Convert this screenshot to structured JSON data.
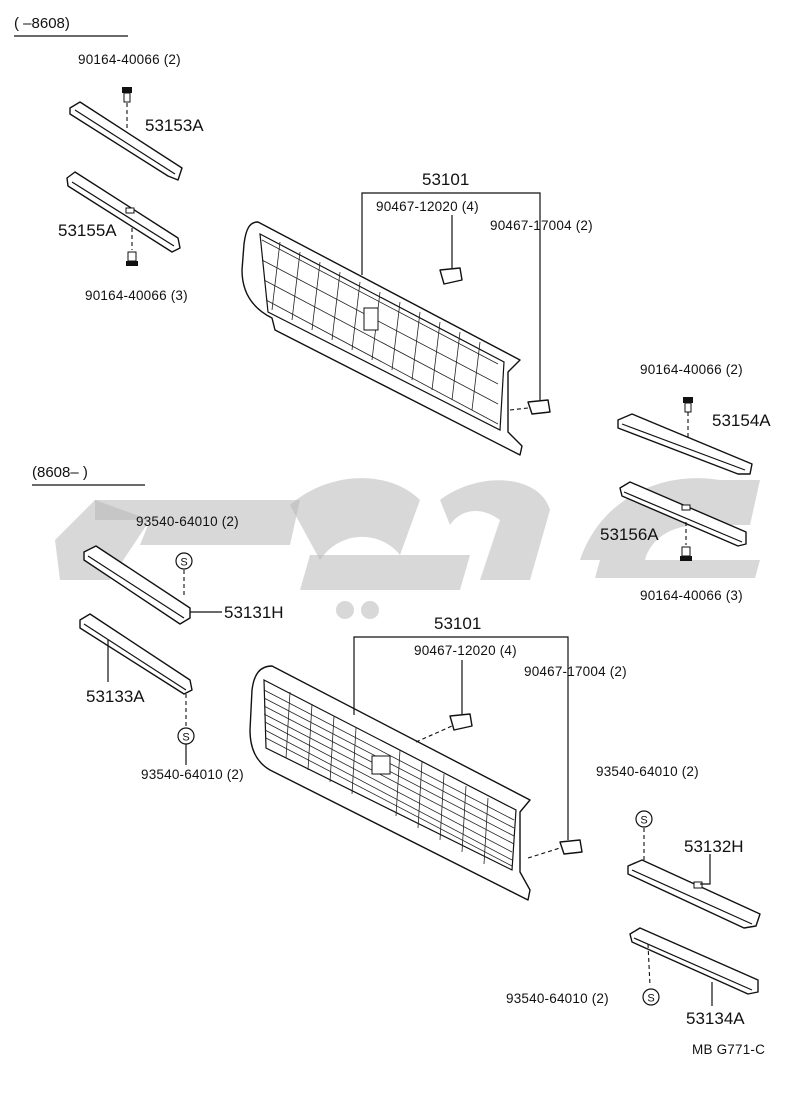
{
  "section_top": "(        –8608)",
  "section_bottom": "(8608–        )",
  "drawing_code": "MB  G771-C",
  "watermark_icon": "brand-watermark-icon",
  "labels": {
    "p53153A": "53153A",
    "p53155A": "53155A",
    "b90164_top_left_upper": "90164-40066 (2)",
    "b90164_top_left_lower": "90164-40066 (3)",
    "p53101_top": "53101",
    "c90467_12020_top": "90467-12020 (4)",
    "c90467_17004_top": "90467-17004 (2)",
    "b90164_right_upper": "90164-40066 (2)",
    "p53154A": "53154A",
    "p53156A": "53156A",
    "b90164_right_lower": "90164-40066 (3)",
    "s93540_left_upper": "93540-64010 (2)",
    "p53131H": "53131H",
    "p53133A": "53133A",
    "s93540_left_lower": "93540-64010 (2)",
    "p53101_bottom": "53101",
    "c90467_12020_bottom": "90467-12020 (4)",
    "c90467_17004_bottom": "90467-17004 (2)",
    "s93540_right_upper": "93540-64010 (2)",
    "p53132H": "53132H",
    "s93540_right_lower": "93540-64010 (2)",
    "p53134A": "53134A"
  },
  "symbols": {
    "screw_icon": "screw-icon",
    "clip_icon": "clip-icon",
    "seal_letter": "S"
  }
}
